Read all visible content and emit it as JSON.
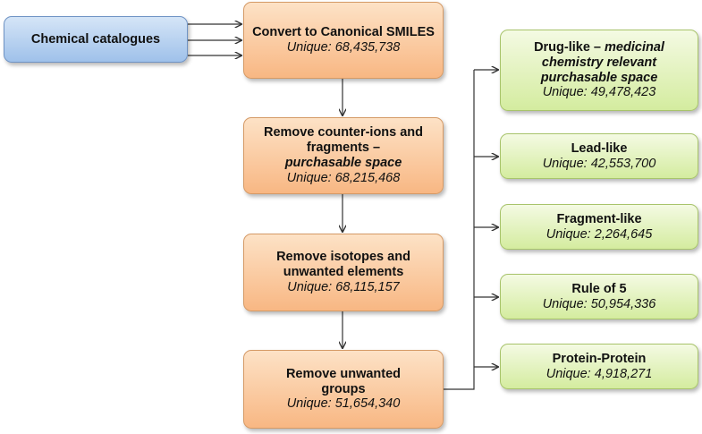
{
  "source": {
    "label": "Chemical catalogues"
  },
  "steps": [
    {
      "title": "Convert to Canonical SMILES",
      "title_extra": "",
      "unique_prefix": "Unique:",
      "unique_value": "68,435,738"
    },
    {
      "title": "Remove counter-ions and fragments –",
      "title_extra": "purchasable space",
      "unique_prefix": "Unique:",
      "unique_value": "68,215,468"
    },
    {
      "title": "Remove isotopes and unwanted elements",
      "title_extra": "",
      "unique_prefix": "Unique:",
      "unique_value": "68,115,157"
    },
    {
      "title": "Remove unwanted groups",
      "title_extra": "",
      "unique_prefix": "Unique:",
      "unique_value": "51,654,340"
    }
  ],
  "subsets": [
    {
      "title": "Drug-like –",
      "title_extra": "medicinal chemistry relevant purchasable space",
      "unique_prefix": "Unique:",
      "unique_value": "49,478,423"
    },
    {
      "title": "Lead-like",
      "title_extra": "",
      "unique_prefix": "Unique:",
      "unique_value": "42,553,700"
    },
    {
      "title": "Fragment-like",
      "title_extra": "",
      "unique_prefix": "Unique:",
      "unique_value": "2,264,645"
    },
    {
      "title": "Rule of 5",
      "title_extra": "",
      "unique_prefix": "Unique:",
      "unique_value": "50,954,336"
    },
    {
      "title": "Protein-Protein",
      "title_extra": "",
      "unique_prefix": "Unique:",
      "unique_value": "4,918,271"
    }
  ]
}
